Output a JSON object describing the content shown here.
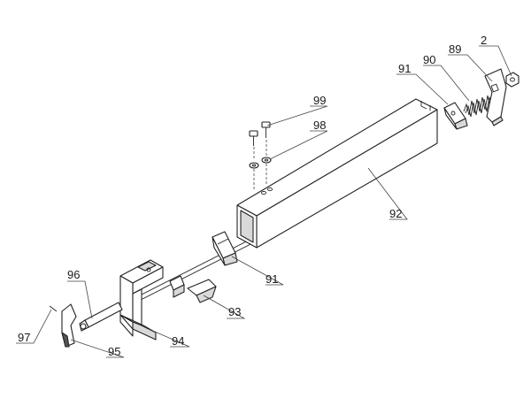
{
  "diagram": {
    "callouts": {
      "c2": "2",
      "c89": "89",
      "c90": "90",
      "c91_top": "91",
      "c99": "99",
      "c98": "98",
      "c92": "92",
      "c91_mid": "91",
      "c96": "96",
      "c93": "93",
      "c97": "97",
      "c94": "94",
      "c95": "95"
    }
  }
}
